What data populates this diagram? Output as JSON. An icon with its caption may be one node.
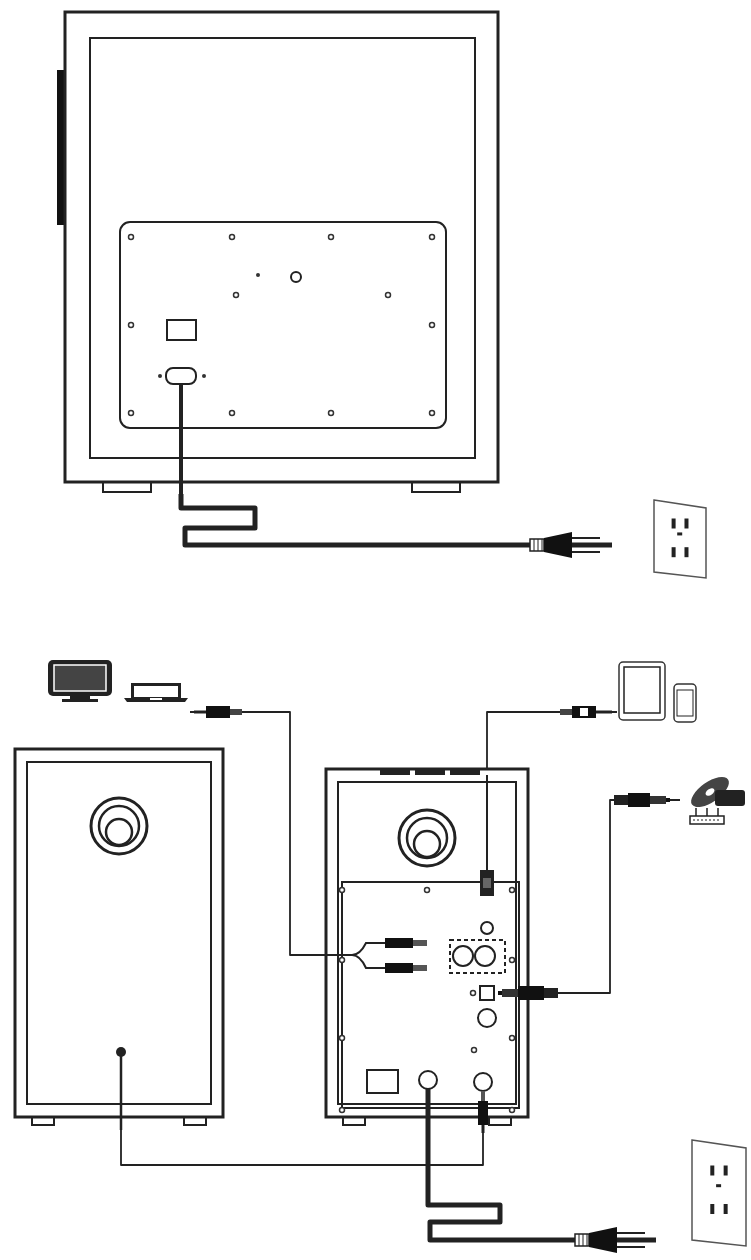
{
  "diagram": {
    "nodes": [
      {
        "text": [],
        "shape": "picture"
      },
      {
        "text": [],
        "shape": "picture"
      },
      {
        "text": [],
        "shape": "picture"
      },
      {
        "text": [],
        "shape": "picture"
      },
      {
        "text": [],
        "shape": "picture"
      },
      {
        "text": [],
        "shape": "picture"
      },
      {
        "text": [],
        "shape": "picture"
      },
      {
        "text": [],
        "shape": "picture"
      },
      {
        "text": [],
        "shape": "picture"
      },
      {
        "text": [],
        "shape": "picture"
      },
      {
        "text": [],
        "shape": "picture"
      }
    ],
    "edges": [
      {
        "from": 0,
        "to": 1,
        "arrow": "none",
        "style": "thick"
      },
      {
        "from": 3,
        "to": 9,
        "arrow": "none"
      },
      {
        "from": 4,
        "to": 9,
        "arrow": "none"
      },
      {
        "from": 6,
        "to": 9,
        "arrow": "none"
      },
      {
        "from": 8,
        "to": 9,
        "arrow": "none"
      },
      {
        "from": 9,
        "to": 10,
        "arrow": "none",
        "style": "thick"
      }
    ]
  }
}
